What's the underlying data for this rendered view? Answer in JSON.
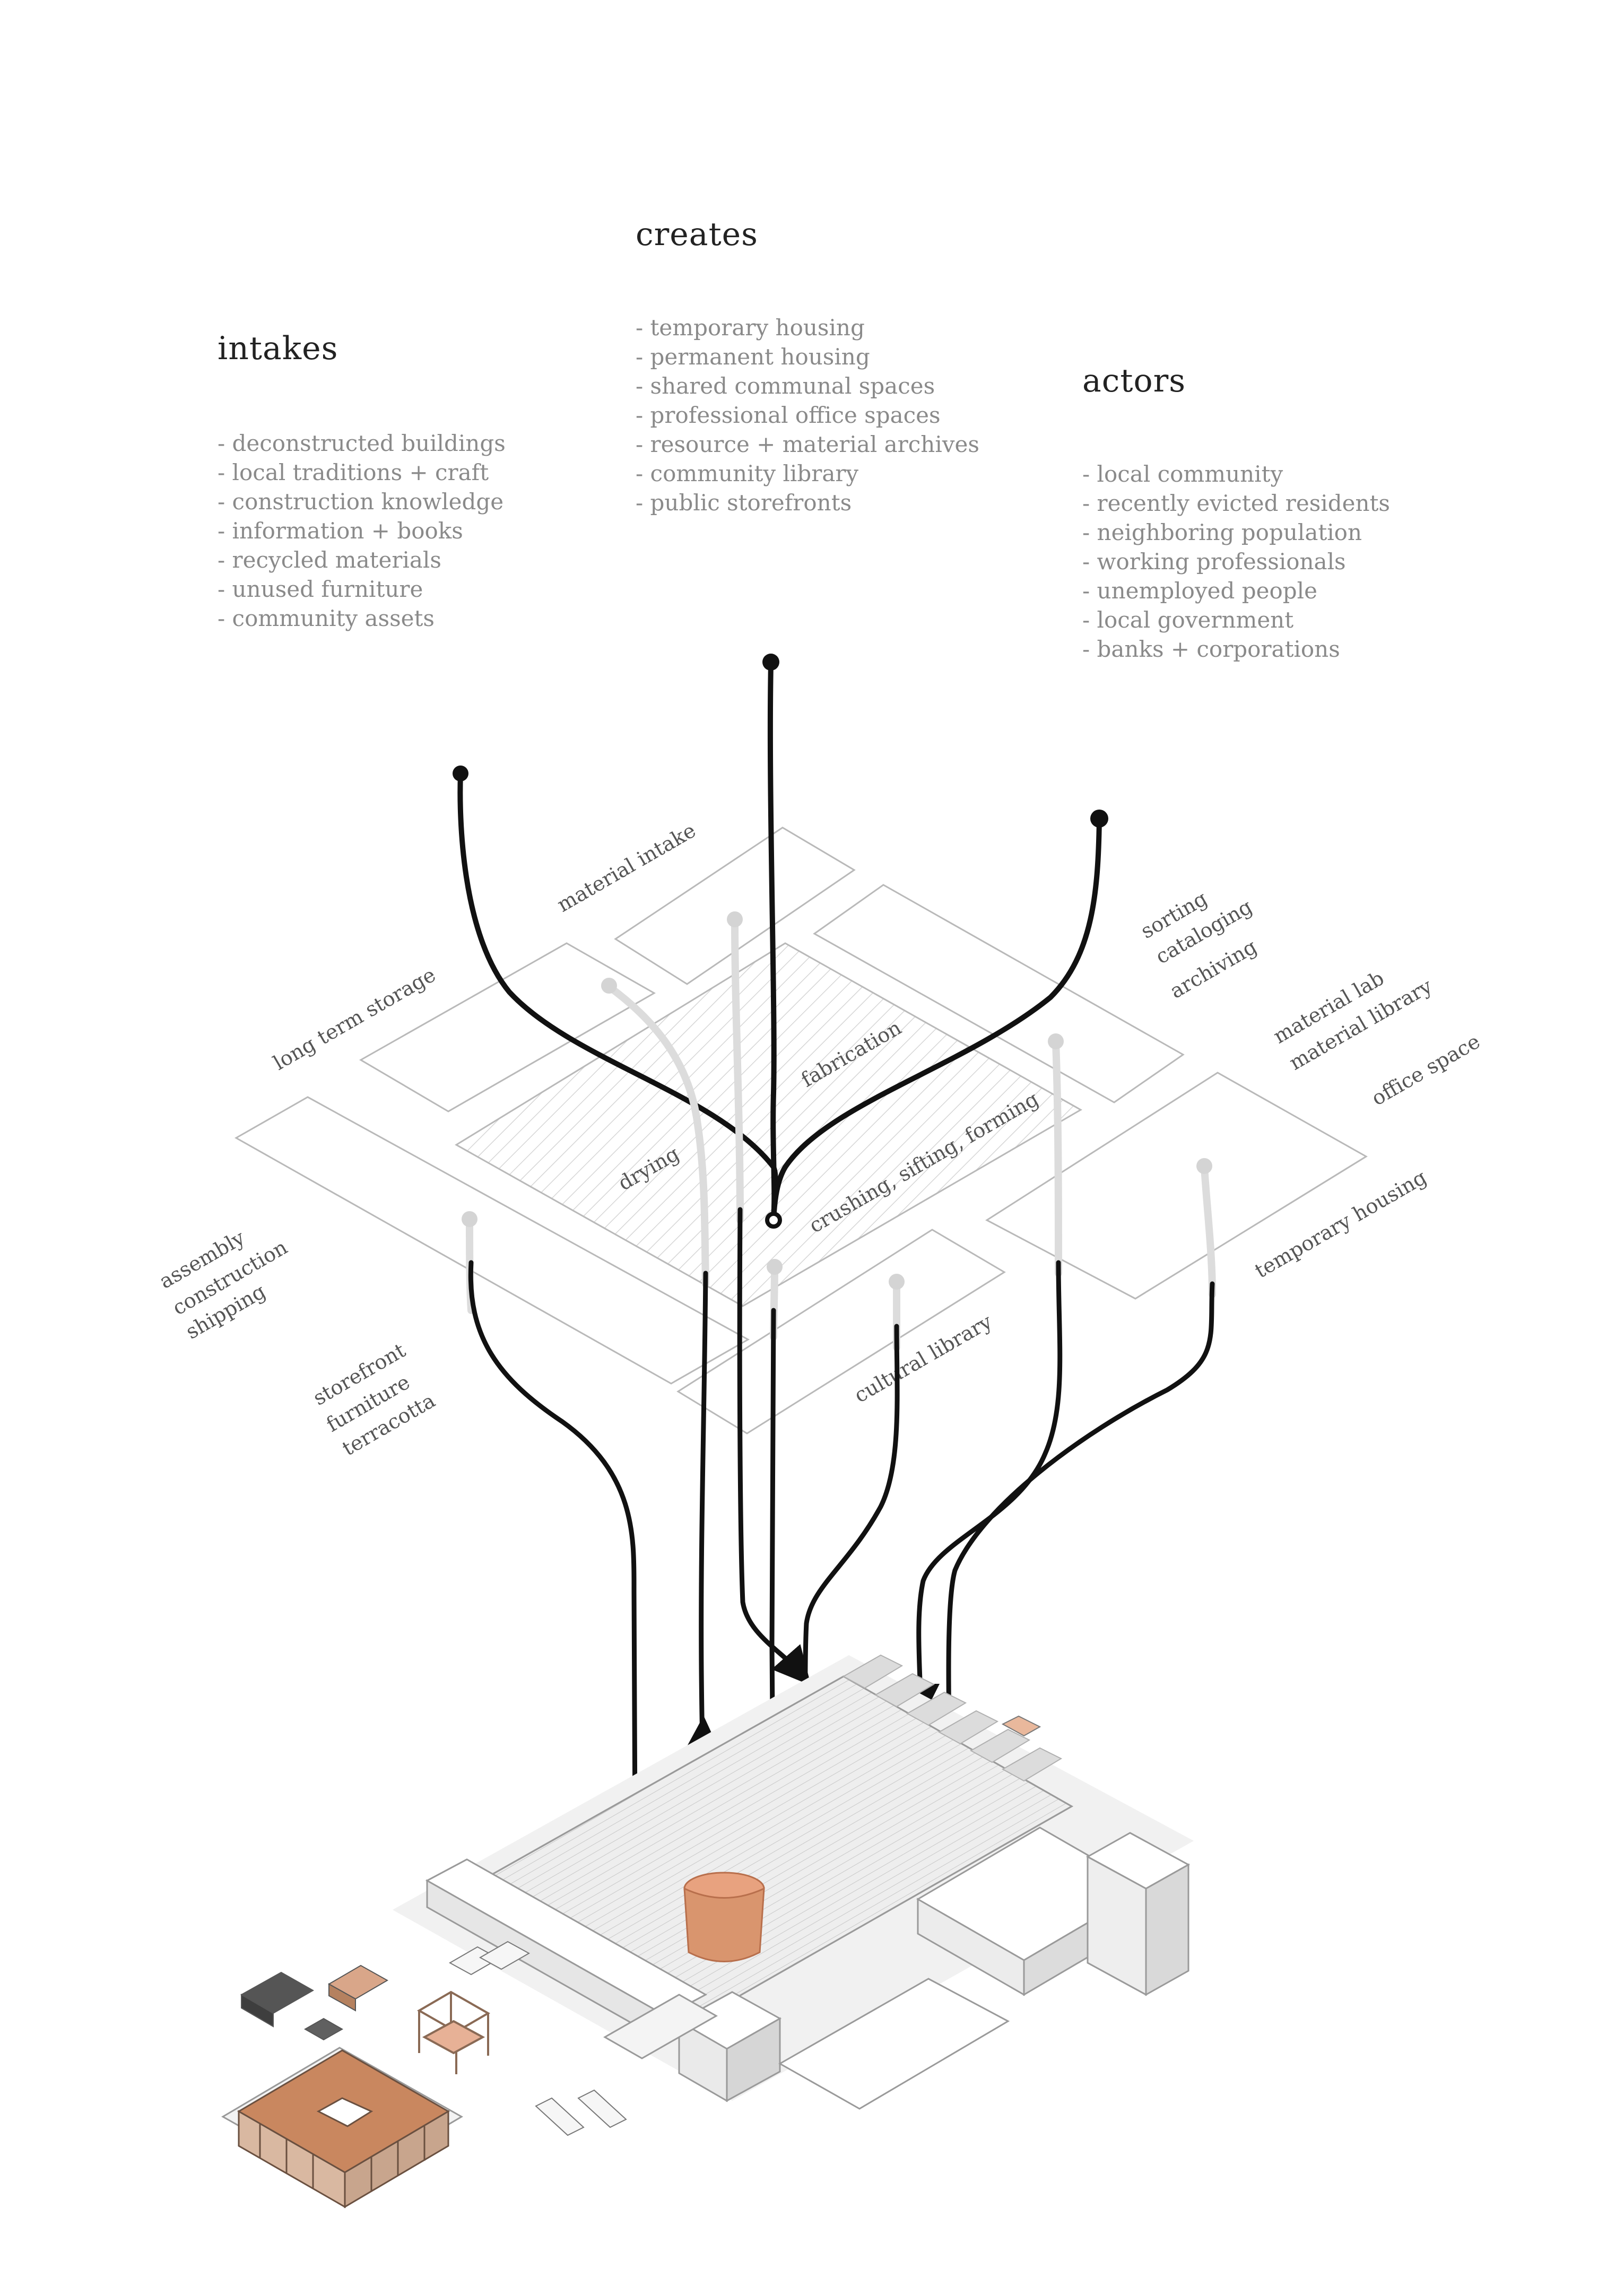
{
  "columns": {
    "intakes": {
      "heading": "intakes",
      "items": [
        "- deconstructed buildings",
        "- local traditions + craft",
        "- construction knowledge",
        "- information + books",
        "- recycled materials",
        "- unused furniture",
        "- community assets"
      ]
    },
    "creates": {
      "heading": "creates",
      "items": [
        "- temporary housing",
        "- permanent housing",
        "- shared communal spaces",
        "- professional office spaces",
        "- resource + material archives",
        "- community library",
        "- public storefronts"
      ]
    },
    "actors": {
      "heading": "actors",
      "items": [
        "- local community",
        "- recently evicted residents",
        "- neighboring population",
        "- working professionals",
        "- unemployed people",
        "- local government",
        "- banks + corporations"
      ]
    }
  },
  "zones": {
    "material_intake": "material intake",
    "long_term_storage": "long term storage",
    "sorting": [
      "sorting",
      "cataloging",
      "archiving"
    ],
    "fabrication": "fabrication",
    "material_lab": [
      "material lab",
      "material library"
    ],
    "office_space": "office space",
    "drying": "drying",
    "crushing": "crushing, sifting, forming",
    "assembly": [
      "assembly",
      "construction",
      "shipping"
    ],
    "temporary_housing": "temporary housing",
    "storefront": [
      "storefront",
      "furniture",
      "terracotta"
    ],
    "cultural_library": "cultural library"
  },
  "colors": {
    "ink": "#111111",
    "plan_line": "#b9b9b9",
    "heading": "#222222",
    "list_text": "#8a8a8a",
    "terracotta": "#d9956e"
  }
}
